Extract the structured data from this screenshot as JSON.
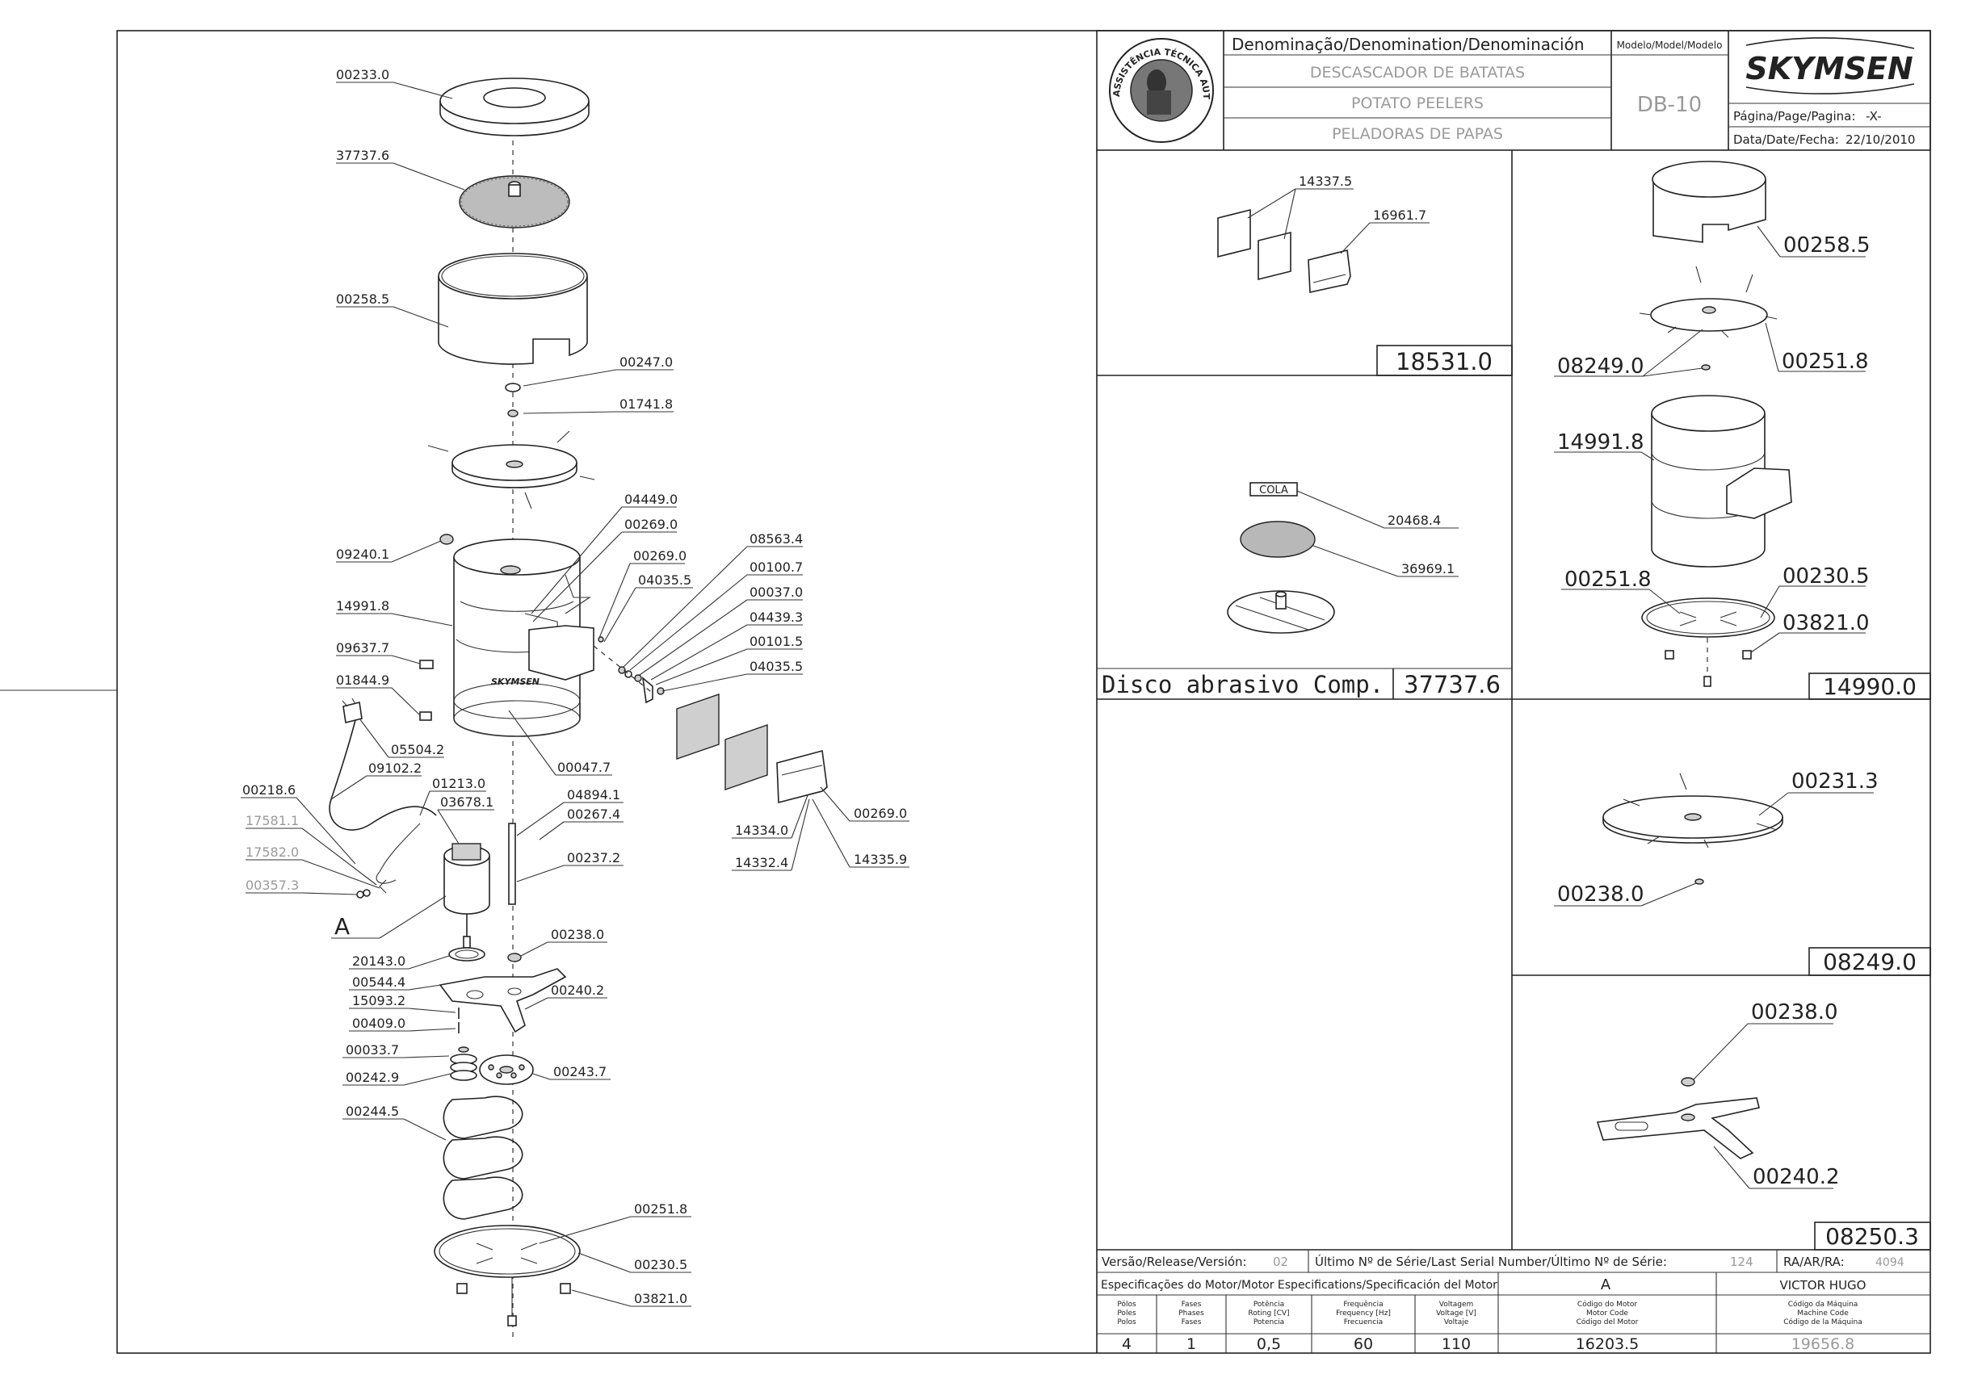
{
  "title_block": {
    "denomination_label": "Denominação/Denomination/Denominación",
    "name_pt": "DESCASCADOR DE BATATAS",
    "name_en": "POTATO PEELERS",
    "name_es": "PELADORAS DE PAPAS",
    "model_label": "Modelo/Model/Modelo",
    "model": "DB-10",
    "brand": "SKYMSEN",
    "page_label": "Página/Page/Pagina:",
    "page_value": "-X-",
    "date_label": "Data/Date/Fecha:",
    "date_value": "22/10/2010",
    "seal_text": "ASSISTÊNCIA TÉCNICA AUTORIZADA"
  },
  "main_parts": [
    "00233.0",
    "37737.6",
    "00258.5",
    "00247.0",
    "01741.8",
    "04449.0",
    "00269.0",
    "00269.0",
    "04035.5",
    "08563.4",
    "00100.7",
    "00037.0",
    "04439.3",
    "00101.5",
    "04035.5",
    "09240.1",
    "14991.8",
    "09637.7",
    "01844.9",
    "00047.7",
    "05504.2",
    "09102.2",
    "00218.6",
    "01213.0",
    "03678.1",
    "04894.1",
    "00267.4",
    "17581.1",
    "17582.0",
    "00357.3",
    "00237.2",
    "14334.0",
    "14332.4",
    "00269.0",
    "14335.9",
    "A",
    "00238.0",
    "20143.0",
    "00544.4",
    "00240.2",
    "15093.2",
    "00409.0",
    "00033.7",
    "00242.9",
    "00243.7",
    "00244.5",
    "00251.8",
    "00230.5",
    "03821.0"
  ],
  "panel_18531": {
    "labels": [
      "14337.5",
      "16961.7"
    ],
    "assembly": "18531.0"
  },
  "panel_disco": {
    "cola": "COLA",
    "labels": [
      "20468.4",
      "36969.1"
    ],
    "caption": "Disco abrasivo Comp.",
    "assembly": "37737.6"
  },
  "panel_14990": {
    "labels": [
      "00258.5",
      "08249.0",
      "00251.8",
      "14991.8",
      "00251.8",
      "00230.5",
      "03821.0"
    ],
    "assembly": "14990.0"
  },
  "panel_08249": {
    "labels": [
      "00231.3",
      "00238.0"
    ],
    "assembly": "08249.0"
  },
  "panel_08250": {
    "labels": [
      "00238.0",
      "00240.2"
    ],
    "assembly": "08250.3"
  },
  "footer": {
    "version_label": "Versão/Release/Versión:",
    "version": "02",
    "serial_label": "Último Nº de Série/Last Serial Number/Último Nº de Série:",
    "serial": "124",
    "ra_label": "RA/AR/RA:",
    "ra": "4094",
    "motor_spec_label": "Especificações do Motor/Motor Especifications/Specificación del Motor",
    "motor_letter": "A",
    "author": "VICTOR HUGO",
    "col_poles": [
      "Pólos",
      "Poles",
      "Polos"
    ],
    "col_phases": [
      "Fases",
      "Phases",
      "Fases"
    ],
    "col_power": [
      "Potência",
      "Roting [CV]",
      "Potencia"
    ],
    "col_freq": [
      "Frequência",
      "Frequency [Hz]",
      "Frecuencia"
    ],
    "col_volt": [
      "Voltagem",
      "Voltage [V]",
      "Voltaje"
    ],
    "col_motor_code": [
      "Código do Motor",
      "Motor Code",
      "Código del Motor"
    ],
    "col_machine_code": [
      "Código da Máquina",
      "Machine Code",
      "Código de la Máquina"
    ],
    "poles": "4",
    "phases": "1",
    "power": "0,5",
    "frequency": "60",
    "voltage": "110",
    "motor_code": "16203.5",
    "machine_code": "19656.8"
  }
}
